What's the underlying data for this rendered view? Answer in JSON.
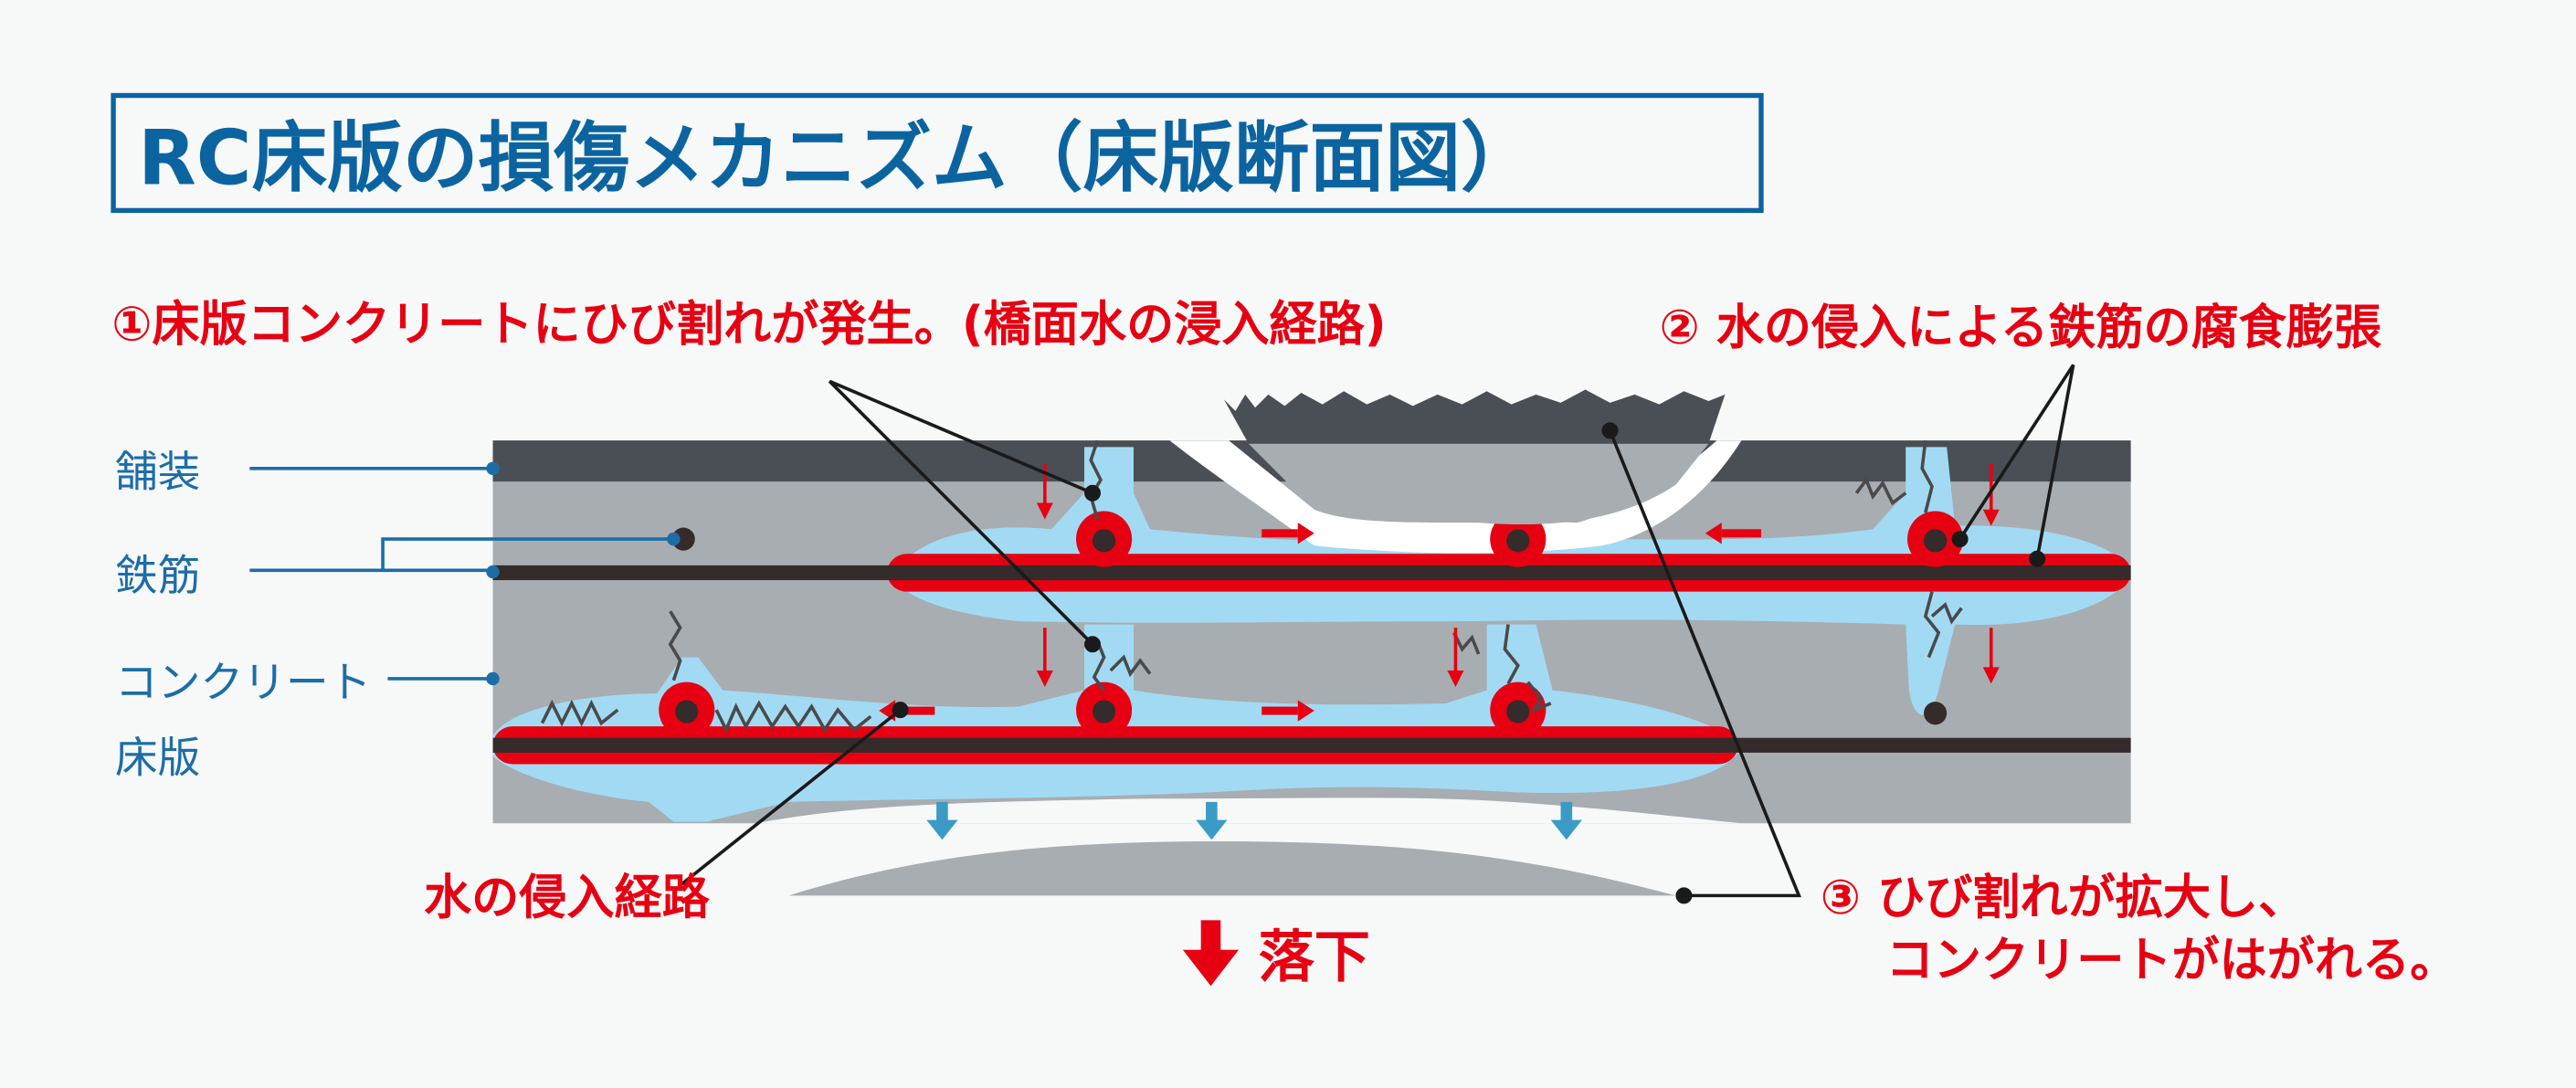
{
  "title": "RC床版の損傷メカニズム（床版断面図）",
  "step1": "①床版コンクリートにひび割れが発生。(橋面水の浸入経路)",
  "step2": "② 水の侵入による鉄筋の腐食膨張",
  "step3_line1": "③ ひび割れが拡大し、",
  "step3_line2": "コンクリートがはがれる。",
  "water_path": "水の侵入経路",
  "fall": "落下",
  "layers": {
    "pavement": "舗装",
    "rebar": "鉄筋",
    "concrete_line1": "コンクリート",
    "concrete_line2": "床版"
  },
  "colors": {
    "title_blue": "#0b64a0",
    "red": "#e60012",
    "water": "#a3daf3",
    "pavement": "#4a4f55",
    "concrete": "#a7adb1",
    "rebar": "#342b2a"
  }
}
